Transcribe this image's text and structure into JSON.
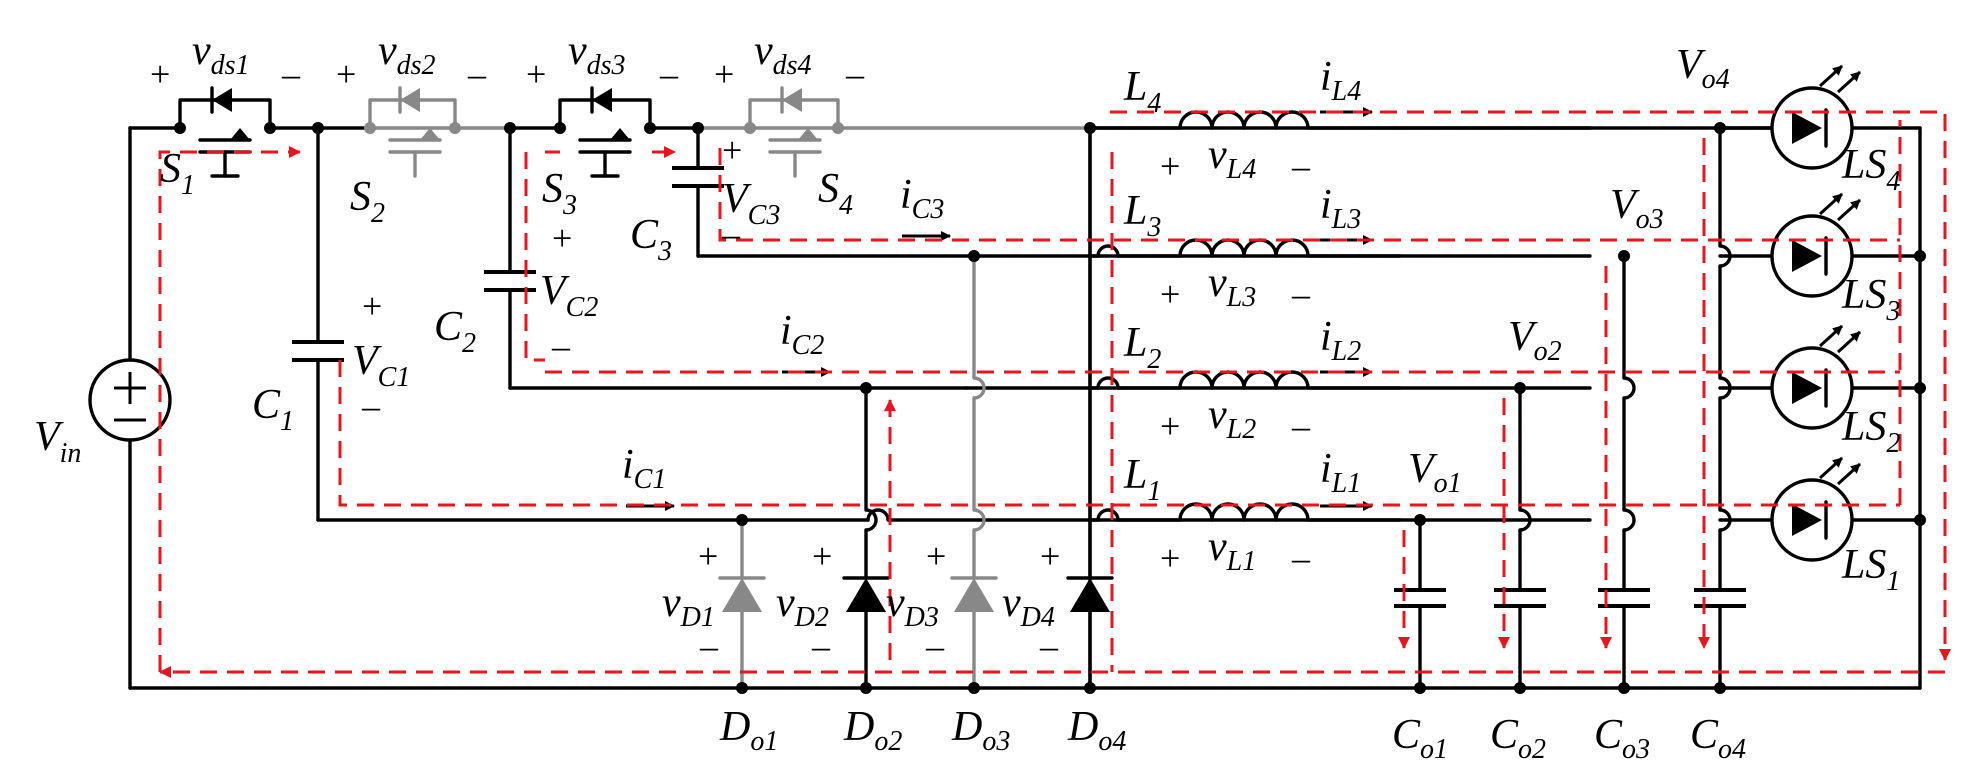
{
  "source": {
    "label": "V",
    "sub": "in"
  },
  "switches": [
    {
      "label": "S",
      "sub": "1",
      "vds": "v",
      "vds_sub": "ds1"
    },
    {
      "label": "S",
      "sub": "2",
      "vds": "v",
      "vds_sub": "ds2"
    },
    {
      "label": "S",
      "sub": "3",
      "vds": "v",
      "vds_sub": "ds3"
    },
    {
      "label": "S",
      "sub": "4",
      "vds": "v",
      "vds_sub": "ds4"
    }
  ],
  "capacitors": [
    {
      "label": "C",
      "sub": "1",
      "v": "V",
      "v_sub": "C1",
      "i": "i",
      "i_sub": "C1"
    },
    {
      "label": "C",
      "sub": "2",
      "v": "V",
      "v_sub": "C2",
      "i": "i",
      "i_sub": "C2"
    },
    {
      "label": "C",
      "sub": "3",
      "v": "V",
      "v_sub": "C3",
      "i": "i",
      "i_sub": "C3"
    }
  ],
  "inductors": [
    {
      "label": "L",
      "sub": "4",
      "v": "v",
      "v_sub": "L4",
      "i": "i",
      "i_sub": "L4"
    },
    {
      "label": "L",
      "sub": "3",
      "v": "v",
      "v_sub": "L3",
      "i": "i",
      "i_sub": "L3"
    },
    {
      "label": "L",
      "sub": "2",
      "v": "v",
      "v_sub": "L2",
      "i": "i",
      "i_sub": "L2"
    },
    {
      "label": "L",
      "sub": "1",
      "v": "v",
      "v_sub": "L1",
      "i": "i",
      "i_sub": "L1"
    }
  ],
  "outputs": [
    {
      "label": "V",
      "sub": "o1"
    },
    {
      "label": "V",
      "sub": "o2"
    },
    {
      "label": "V",
      "sub": "o3"
    },
    {
      "label": "V",
      "sub": "o4"
    }
  ],
  "diodes": [
    {
      "v": "v",
      "v_sub": "D1",
      "label": "D",
      "sub": "o1"
    },
    {
      "v": "v",
      "v_sub": "D2",
      "label": "D",
      "sub": "o2"
    },
    {
      "v": "v",
      "v_sub": "D3",
      "label": "D",
      "sub": "o3"
    },
    {
      "v": "v",
      "v_sub": "D4",
      "label": "D",
      "sub": "o4"
    }
  ],
  "output_caps": [
    {
      "label": "C",
      "sub": "o1"
    },
    {
      "label": "C",
      "sub": "o2"
    },
    {
      "label": "C",
      "sub": "o3"
    },
    {
      "label": "C",
      "sub": "o4"
    }
  ],
  "leds": [
    {
      "label": "LS",
      "sub": "4"
    },
    {
      "label": "LS",
      "sub": "3"
    },
    {
      "label": "LS",
      "sub": "2"
    },
    {
      "label": "LS",
      "sub": "1"
    }
  ],
  "plus": "+",
  "minus": "–",
  "colors": {
    "wire": "#000000",
    "inactive": "#888888",
    "current_path": "#e8141e"
  }
}
